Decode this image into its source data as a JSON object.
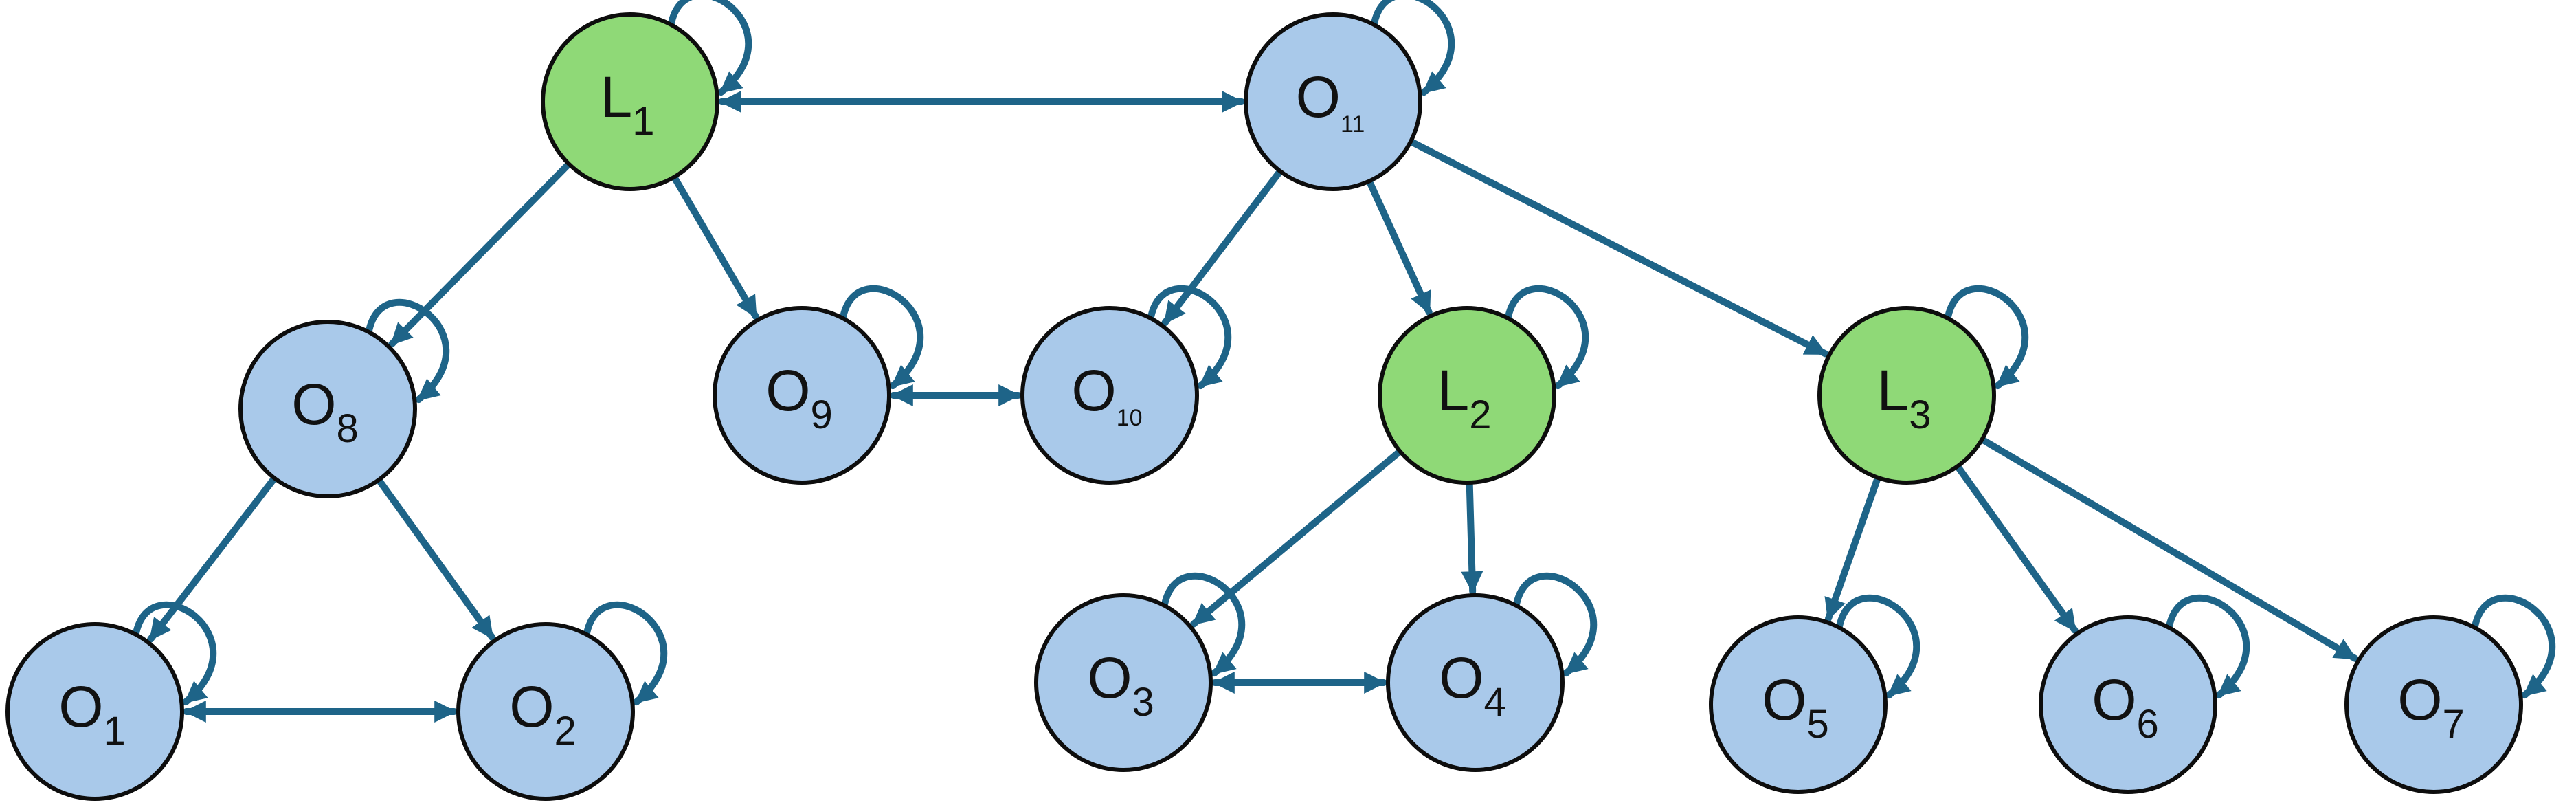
{
  "colors": {
    "leader_fill": "#8fd977",
    "ordinary_fill": "#a9c9ea",
    "edge": "#1e6488",
    "outline": "#0d0d0d"
  },
  "nodes": [
    {
      "id": "L1",
      "main": "L",
      "sub": "1",
      "type": "leader"
    },
    {
      "id": "O11",
      "main": "O",
      "sub": "11",
      "type": "ordinary"
    },
    {
      "id": "O8",
      "main": "O",
      "sub": "8",
      "type": "ordinary"
    },
    {
      "id": "O9",
      "main": "O",
      "sub": "9",
      "type": "ordinary"
    },
    {
      "id": "O10",
      "main": "O",
      "sub": "10",
      "type": "ordinary"
    },
    {
      "id": "L2",
      "main": "L",
      "sub": "2",
      "type": "leader"
    },
    {
      "id": "L3",
      "main": "L",
      "sub": "3",
      "type": "leader"
    },
    {
      "id": "O1",
      "main": "O",
      "sub": "1",
      "type": "ordinary"
    },
    {
      "id": "O2",
      "main": "O",
      "sub": "2",
      "type": "ordinary"
    },
    {
      "id": "O3",
      "main": "O",
      "sub": "3",
      "type": "ordinary"
    },
    {
      "id": "O4",
      "main": "O",
      "sub": "4",
      "type": "ordinary"
    },
    {
      "id": "O5",
      "main": "O",
      "sub": "5",
      "type": "ordinary"
    },
    {
      "id": "O6",
      "main": "O",
      "sub": "6",
      "type": "ordinary"
    },
    {
      "id": "O7",
      "main": "O",
      "sub": "7",
      "type": "ordinary"
    }
  ],
  "edges": [
    {
      "from": "L1",
      "to": "O11",
      "bidirectional": true
    },
    {
      "from": "L1",
      "to": "O8"
    },
    {
      "from": "L1",
      "to": "O9"
    },
    {
      "from": "O9",
      "to": "O10",
      "bidirectional": true
    },
    {
      "from": "O11",
      "to": "O10"
    },
    {
      "from": "O11",
      "to": "L2"
    },
    {
      "from": "O11",
      "to": "L3"
    },
    {
      "from": "O8",
      "to": "O1"
    },
    {
      "from": "O8",
      "to": "O2"
    },
    {
      "from": "O1",
      "to": "O2",
      "bidirectional": true
    },
    {
      "from": "L2",
      "to": "O3"
    },
    {
      "from": "L2",
      "to": "O4"
    },
    {
      "from": "O3",
      "to": "O4",
      "bidirectional": true
    },
    {
      "from": "L3",
      "to": "O5"
    },
    {
      "from": "L3",
      "to": "O6"
    },
    {
      "from": "L3",
      "to": "O7"
    }
  ],
  "self_loops": [
    "L1",
    "O11",
    "O8",
    "O9",
    "O10",
    "L2",
    "L3",
    "O1",
    "O2",
    "O3",
    "O4",
    "O5",
    "O6",
    "O7"
  ]
}
